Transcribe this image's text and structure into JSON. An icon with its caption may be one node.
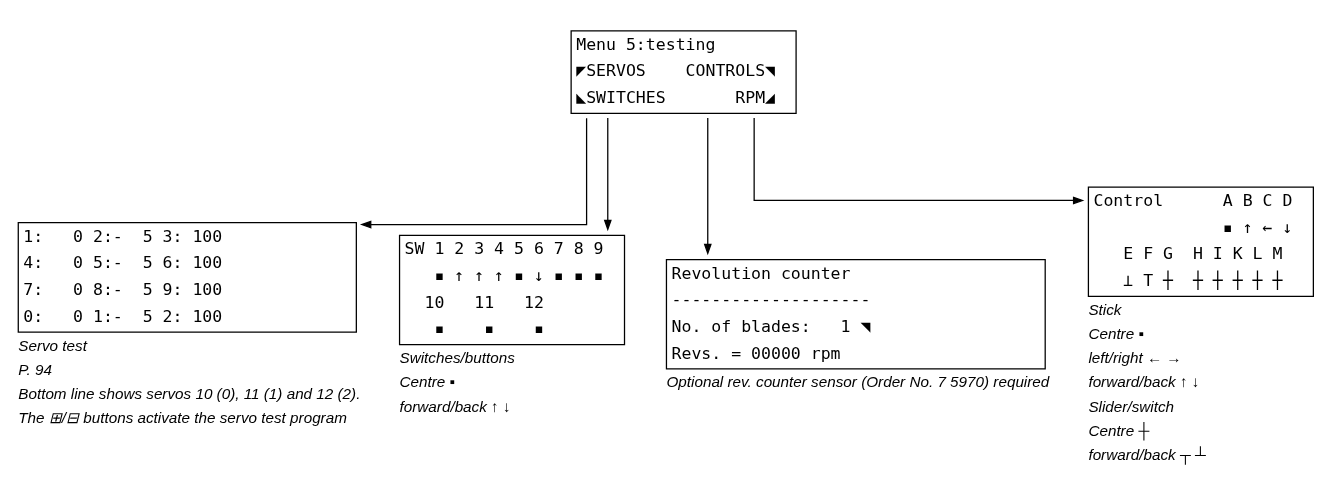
{
  "diagram": {
    "nodes": [
      {
        "text": [
          "Menu 5:testing",
          "◤SERVOS    CONTROLS◥",
          "◣SWITCHES       RPM◢"
        ]
      },
      {
        "text": [
          "1:   0 2:-  5 3: 100",
          "4:   0 5:-  5 6: 100",
          "7:   0 8:-  5 9: 100",
          "0:   0 1:-  5 2: 100"
        ],
        "beside": [
          "Servo test",
          "P. 94",
          "Bottom line shows servos 10 (0), 11 (1) and 12 (2).",
          "The ⊞/⊟ buttons activate the servo test program"
        ]
      },
      {
        "text": [
          "SW 1 2 3 4 5 6 7 8 9",
          "   ▪ ↑ ↑ ↑ ▪ ↓ ▪ ▪ ▪",
          "  10   11   12",
          "   ▪    ▪    ▪"
        ],
        "beside": [
          "Switches/buttons",
          "Centre ▪",
          "forward/back ↑ ↓"
        ]
      },
      {
        "text": [
          "Revolution counter",
          "--------------------",
          "No. of blades:   1 ◥",
          "Revs. = 00000 rpm"
        ],
        "beside": [
          "Optional rev. counter sensor (Order No. 7 5970) required"
        ]
      },
      {
        "text": [
          "Control      A B C D",
          "             ▪ ↑ ← ↓",
          "   E F G  H I K L M",
          "   ⊥ T ┼  ┼ ┼ ┼ ┼ ┼"
        ],
        "beside": [
          "Stick",
          "Centre ▪",
          "left/right ← →",
          "forward/back ↑ ↓",
          "Slider/switch",
          "Centre ┼",
          "forward/back ┬ ┴"
        ]
      }
    ],
    "edges": [
      {
        "from": 0,
        "to": 1,
        "arrow": "to"
      },
      {
        "from": 0,
        "to": 2,
        "arrow": "to"
      },
      {
        "from": 0,
        "to": 3,
        "arrow": "to"
      },
      {
        "from": 0,
        "to": 4,
        "arrow": "to"
      }
    ]
  }
}
